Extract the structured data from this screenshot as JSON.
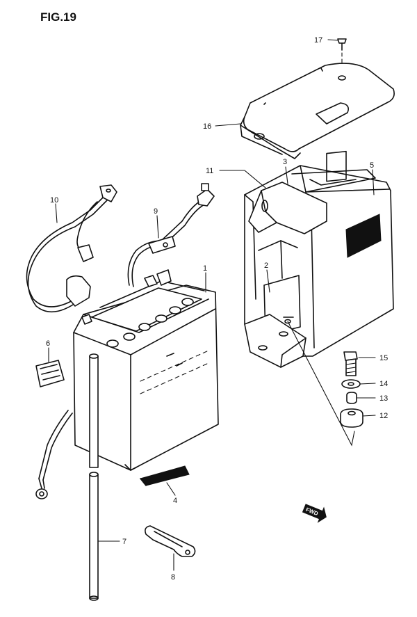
{
  "figure": {
    "title": "FIG.19"
  },
  "callouts": [
    {
      "id": "1",
      "label": "1"
    },
    {
      "id": "2",
      "label": "2"
    },
    {
      "id": "3",
      "label": "3"
    },
    {
      "id": "4",
      "label": "4"
    },
    {
      "id": "5",
      "label": "5"
    },
    {
      "id": "6",
      "label": "6"
    },
    {
      "id": "7",
      "label": "7"
    },
    {
      "id": "8",
      "label": "8"
    },
    {
      "id": "9",
      "label": "9"
    },
    {
      "id": "10",
      "label": "10"
    },
    {
      "id": "11",
      "label": "11"
    },
    {
      "id": "12",
      "label": "12"
    },
    {
      "id": "13",
      "label": "13"
    },
    {
      "id": "14",
      "label": "14"
    },
    {
      "id": "15",
      "label": "15"
    },
    {
      "id": "16",
      "label": "16"
    },
    {
      "id": "17",
      "label": "17"
    }
  ],
  "markers": {
    "fwd_label": "FWD"
  }
}
